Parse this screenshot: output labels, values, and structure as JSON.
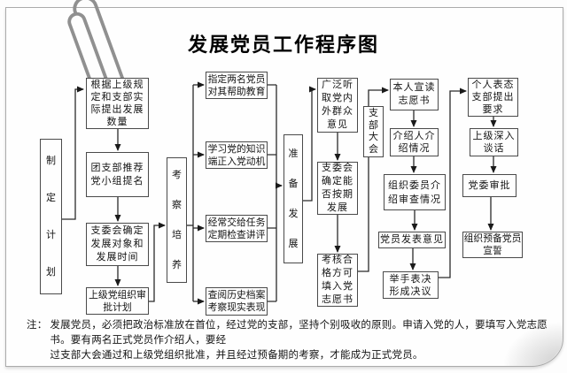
{
  "title": "发展党员工作程序图",
  "colors": {
    "ink": "#141414",
    "box_border": "#4a4a4a",
    "connector": "#2a2a2a",
    "card_border": "#ababab",
    "paperclip": "#909090"
  },
  "flow": {
    "stage1_label": "制\n定\n计\n划",
    "propose_quantity": "根据上级规\n定和支部实\n际提出发展\n数量",
    "league_recommend": "团支部推荐\n党小组提名",
    "committee_set_targets": "支委会确定\n发展对象和\n发展时间",
    "higher_org_approve_plan": "上级党组织审\n批计划",
    "stage2_label": "考\n察\n培\n养",
    "assign_two_members": "指定两名党员\n对其帮助教育",
    "learn_party_knowledge": "学习党的知识\n端正入党动机",
    "assign_tasks_review": "经常交给任务\n定期检查讲评",
    "check_history_performance": "查阅历史档案\n考察现实表现",
    "stage3_label": "准\n备\n发\n展",
    "solicit_opinions": "广泛听\n取党内\n外群众\n意见",
    "committee_confirm_schedule": "支委会\n确定能\n否按期\n发展",
    "qualified_fill_application": "考核合\n格方可\n填入党\n志愿书",
    "stage4_label": "支\n部\n大\n会",
    "read_application": "本人宣读\n志愿书",
    "introducers_present": "介绍人介\n绍情况",
    "organizer_report_review": "组织委员介\n绍审查情况",
    "members_express_opinions": "党员发表意见",
    "vote_form_resolution": "举手表决\n形成决议",
    "personal_statement": "个人表态\n支部提出\n要求",
    "superior_in_depth_talk": "上级深入\n谈话",
    "party_committee_approval": "党委审批",
    "organize_oath": "组织预备党员\n宣誓"
  },
  "note": {
    "label": "注：",
    "lines": [
      "发展党员，必须把政治标准放在首位，经过党的支部，坚持个别吸收的原则。申请入党的人，要填写入党志愿书。要有两名正式党员作介绍人，要经",
      "过支部大会通过和上级党组织批准，并且经过预备期的考察，才能成为正式党员。"
    ]
  }
}
